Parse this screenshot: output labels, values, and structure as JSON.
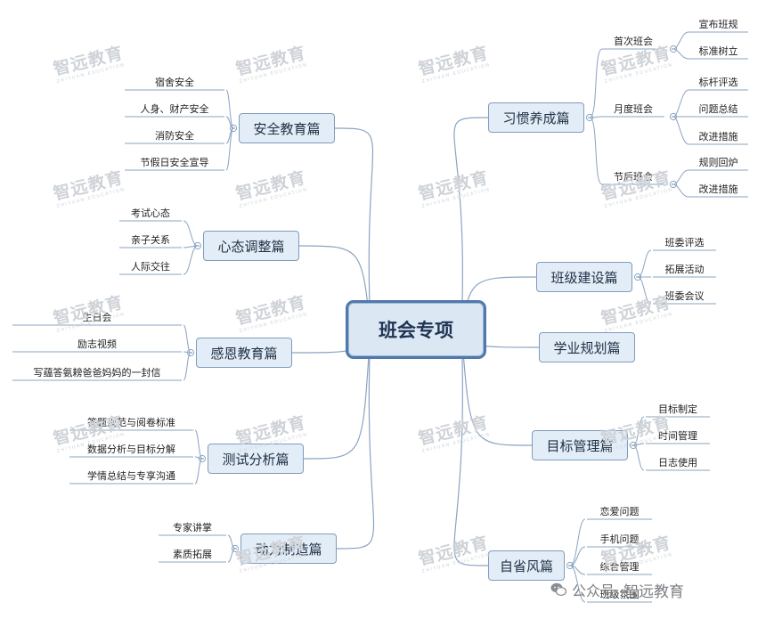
{
  "root": {
    "label": "班会专项"
  },
  "branches": [
    {
      "label": "安全教育篇",
      "side": "left",
      "children": [
        "宿舍安全",
        "人身、财产安全",
        "消防安全",
        "节假日安全宣导"
      ]
    },
    {
      "label": "心态调整篇",
      "side": "left",
      "children": [
        "考试心态",
        "亲子关系",
        "人际交往"
      ]
    },
    {
      "label": "感恩教育篇",
      "side": "left",
      "children": [
        "生日会",
        "励志视频",
        "写蕴答氨耪爸爸妈妈的一封信"
      ]
    },
    {
      "label": "测试分析篇",
      "side": "left",
      "children": [
        "答题规范与阅卷标准",
        "数据分析与目标分解",
        "学情总结与专享沟通"
      ]
    },
    {
      "label": "动力制造篇",
      "side": "left",
      "children": [
        "专家讲掌",
        "素质拓展"
      ]
    },
    {
      "label": "习惯养成篇",
      "side": "right",
      "groups": [
        {
          "label": "首次班会",
          "children": [
            "宣布班规",
            "标准树立"
          ]
        },
        {
          "label": "月度班会",
          "children": [
            "标杆评选",
            "问题总结",
            "改进措施"
          ]
        },
        {
          "label": "节后班会",
          "children": [
            "规则回炉",
            "改进措施"
          ]
        }
      ]
    },
    {
      "label": "班级建设篇",
      "side": "right",
      "children": [
        "班委评选",
        "拓展活动",
        "班委会议"
      ]
    },
    {
      "label": "学业规划篇",
      "side": "right",
      "children": []
    },
    {
      "label": "目标管理篇",
      "side": "right",
      "children": [
        "目标制定",
        "时间管理",
        "日志使用"
      ]
    },
    {
      "label": "自省风篇",
      "side": "right",
      "children": [
        "恋爱问题",
        "手机问题",
        "综合管理",
        "班级氛围"
      ]
    }
  ],
  "watermark": {
    "text": "智远教育",
    "subtext": "ZHIYUAN EDUCATION"
  },
  "footer": {
    "channel": "公众号",
    "brand": "智远教育"
  },
  "colors": {
    "connector": "#8aa4c2",
    "node_fill": "#e3edf7",
    "node_border": "#7f9cbc",
    "root_border": "#4f78ad"
  }
}
